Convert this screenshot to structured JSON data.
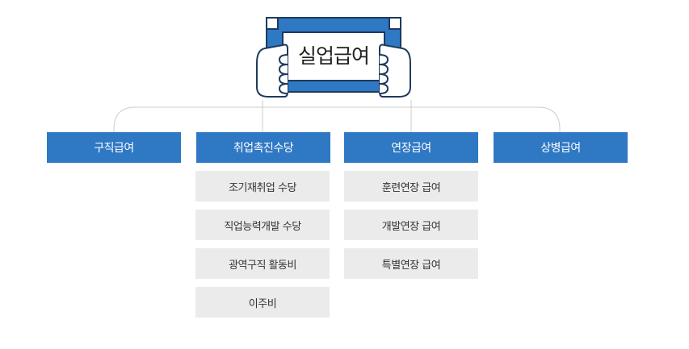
{
  "title": "실업급여",
  "categories": [
    {
      "label": "구직급여",
      "items": []
    },
    {
      "label": "취업촉진수당",
      "items": [
        "조기재취업 수당",
        "직업능력개발 수당",
        "광역구직 활동비",
        "이주비"
      ]
    },
    {
      "label": "연장급여",
      "items": [
        "훈련연장 급여",
        "개발연장 급여",
        "특별연장 급여"
      ]
    },
    {
      "label": "상병급여",
      "items": []
    }
  ],
  "colors": {
    "category_bg": "#2f78c4",
    "item_bg": "#ebebeb",
    "connector": "#cccccc",
    "sign_blue": "#2f78c4",
    "outline": "#1f3a5c"
  }
}
